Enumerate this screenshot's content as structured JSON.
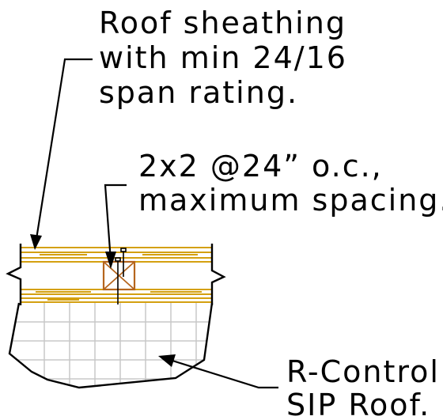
{
  "labels": {
    "sheathing_note": {
      "lines": [
        "Roof sheathing",
        "with min 24/16",
        "span rating."
      ]
    },
    "furring_note": {
      "lines": [
        "2x2 @24” o.c.,",
        "maximum spacing."
      ]
    },
    "sip_note": {
      "lines": [
        "R-Control",
        "SIP Roof."
      ]
    }
  },
  "colors": {
    "sheathing": "#d4a010",
    "block": "#b5651d",
    "grid": "#c8c8c8",
    "linework": "#000000"
  }
}
